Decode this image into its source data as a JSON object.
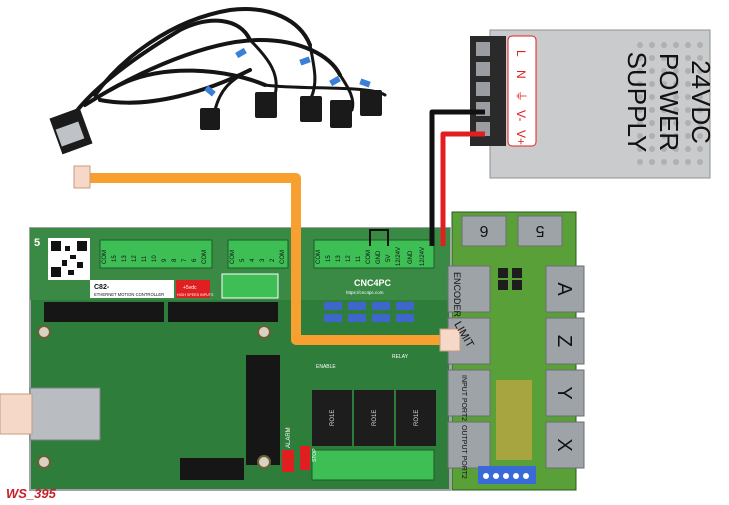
{
  "power_supply": {
    "title_line1": "24VDC",
    "title_line2": "POWER",
    "title_line3": "SUPPLY",
    "terminals": [
      "L",
      "N",
      "⏚",
      "V-",
      "V+"
    ]
  },
  "board": {
    "corner_number": "5",
    "model_label": "C82-",
    "model_subtitle": "ETHERNET MOTION CONTROLLER",
    "high_speed_label": "+5vdc",
    "high_speed_sub": "HIGH SPEED INPUTS",
    "top_left_pins": [
      "COM",
      "15",
      "13",
      "12",
      "11",
      "10",
      "9",
      "8",
      "7",
      "6",
      "COM"
    ],
    "top_mid_pins": [
      "COM",
      "5",
      "4",
      "3",
      "2",
      "COM"
    ],
    "top_right_pins": [
      "COM",
      "15",
      "13",
      "12",
      "11",
      "COM",
      "GND",
      "5V",
      "12/24V",
      "GND",
      "12/24V"
    ],
    "brand": "CNC4PC",
    "brand_url": "https://cnc4pc.com",
    "relay_labels": [
      "RO1E",
      "RO1E",
      "RO1E"
    ],
    "alarm_label": "ALARM",
    "stop_label": "STOP",
    "enable_label": "ENABLE",
    "relay_small": "RELAY"
  },
  "breakout": {
    "top_ports": [
      "6",
      "5"
    ],
    "side_axes": [
      "A",
      "Z",
      "Y",
      "X"
    ],
    "connector_labels": [
      "ENCODER",
      "LIMIT",
      "INPUT PORT2",
      "OUTPUT PORT2"
    ]
  },
  "colors": {
    "board_green": "#2f7d3a",
    "board_dark": "#1f5a28",
    "cable_orange": "#f7a030",
    "wire_red": "#e02020",
    "wire_black": "#111111",
    "psu_silver": "#c9cbcd"
  },
  "caption": "WS_395"
}
